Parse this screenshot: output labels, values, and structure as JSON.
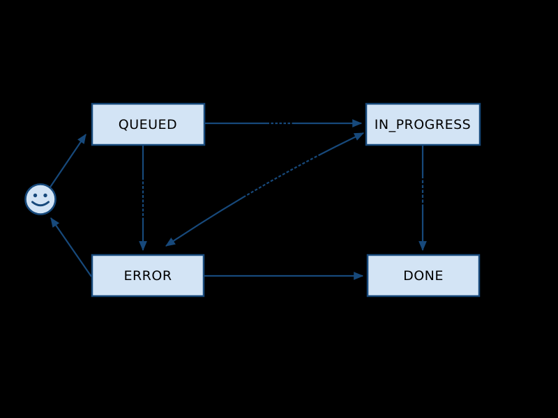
{
  "diagram": {
    "type": "state-diagram",
    "background_color": "#000000",
    "colors": {
      "node_fill": "#d3e4f5",
      "node_border": "#17497b",
      "edge": "#17497b",
      "node_text": "#000000"
    },
    "nodes": [
      {
        "id": "queued",
        "label": "QUEUED"
      },
      {
        "id": "in_progress",
        "label": "IN_PROGRESS"
      },
      {
        "id": "error",
        "label": "ERROR"
      },
      {
        "id": "done",
        "label": "DONE"
      }
    ],
    "start_state": {
      "shape": "smiley-face",
      "description": "light blue smiley face circle used as initial state marker"
    },
    "edges": [
      {
        "from": "start",
        "to": "queued",
        "bidirectional": false
      },
      {
        "from": "queued",
        "to": "in_progress",
        "bidirectional": false
      },
      {
        "from": "queued",
        "to": "error",
        "bidirectional": false
      },
      {
        "from": "in_progress",
        "to": "error",
        "bidirectional": true
      },
      {
        "from": "in_progress",
        "to": "done",
        "bidirectional": false
      },
      {
        "from": "error",
        "to": "done",
        "bidirectional": false
      },
      {
        "from": "error",
        "to": "start",
        "bidirectional": false
      }
    ]
  }
}
